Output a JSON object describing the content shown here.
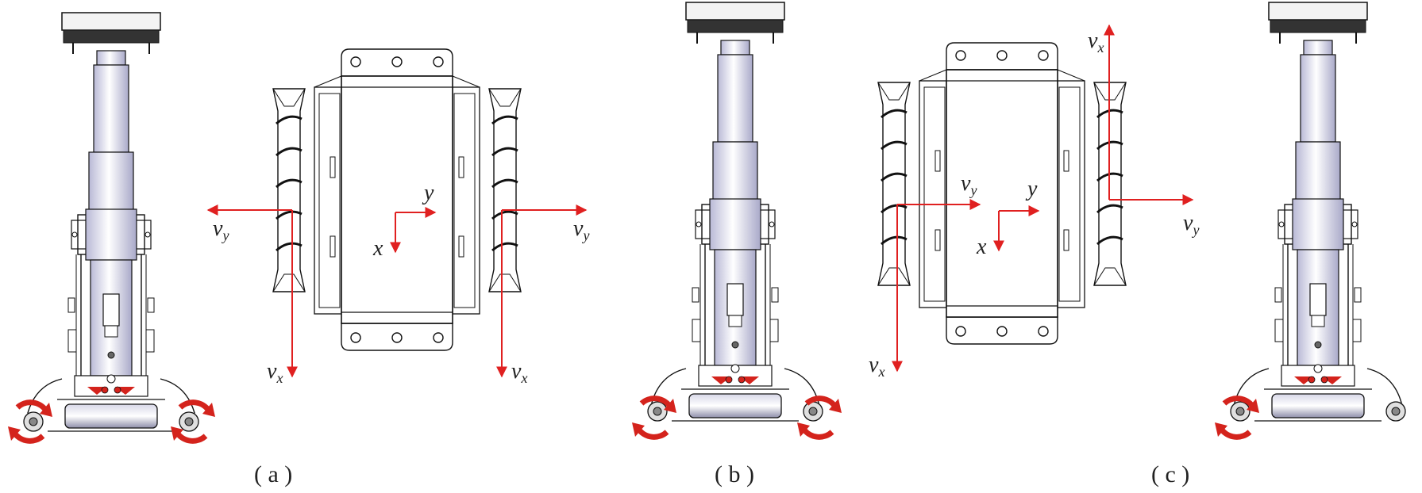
{
  "panels": [
    {
      "label": "( a )"
    },
    {
      "label": "( b )"
    },
    {
      "label": "( c )"
    }
  ],
  "symbols": {
    "v": "v",
    "x_sub": "x",
    "y_sub": "y",
    "axis_x": "x",
    "axis_y": "y"
  },
  "colors": {
    "arrow": "#e02020",
    "line": "#111111",
    "body_fill": "#ffffff",
    "column_shade": "#c9c9e0",
    "rotation_arrow": "#d4231c",
    "background": "#ffffff"
  }
}
